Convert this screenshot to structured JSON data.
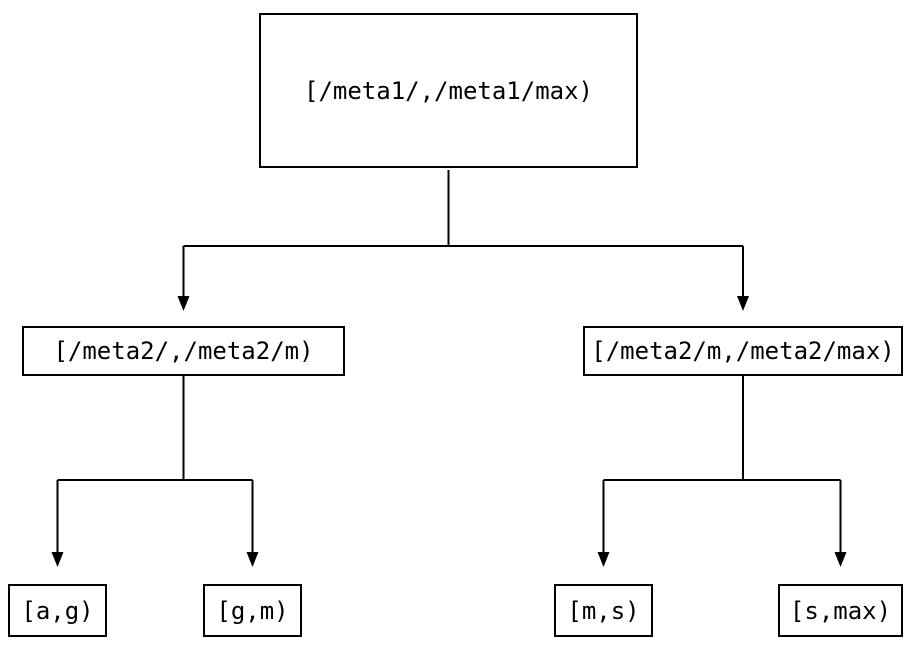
{
  "diagram": {
    "type": "tree",
    "description": "Binary interval partition tree, three levels, arrows pointing from parent rows to child boxes",
    "colors": {
      "line": "#000000",
      "background": "#ffffff",
      "text": "#000000"
    },
    "nodes": {
      "root": {
        "label": "[/meta1/,/meta1/max)"
      },
      "level2_left": {
        "label": "[/meta2/,/meta2/m)"
      },
      "level2_right": {
        "label": "[/meta2/m,/meta2/max)"
      },
      "leaf_ag": {
        "label": "[a,g)"
      },
      "leaf_gm": {
        "label": "[g,m)"
      },
      "leaf_ms": {
        "label": "[m,s)"
      },
      "leaf_smax": {
        "label": "[s,max)"
      }
    },
    "edges": [
      {
        "from": "root",
        "to": "level2_left"
      },
      {
        "from": "root",
        "to": "level2_right"
      },
      {
        "from": "level2_left",
        "to": "leaf_ag"
      },
      {
        "from": "level2_left",
        "to": "leaf_gm"
      },
      {
        "from": "level2_right",
        "to": "leaf_ms"
      },
      {
        "from": "level2_right",
        "to": "leaf_smax"
      }
    ]
  }
}
